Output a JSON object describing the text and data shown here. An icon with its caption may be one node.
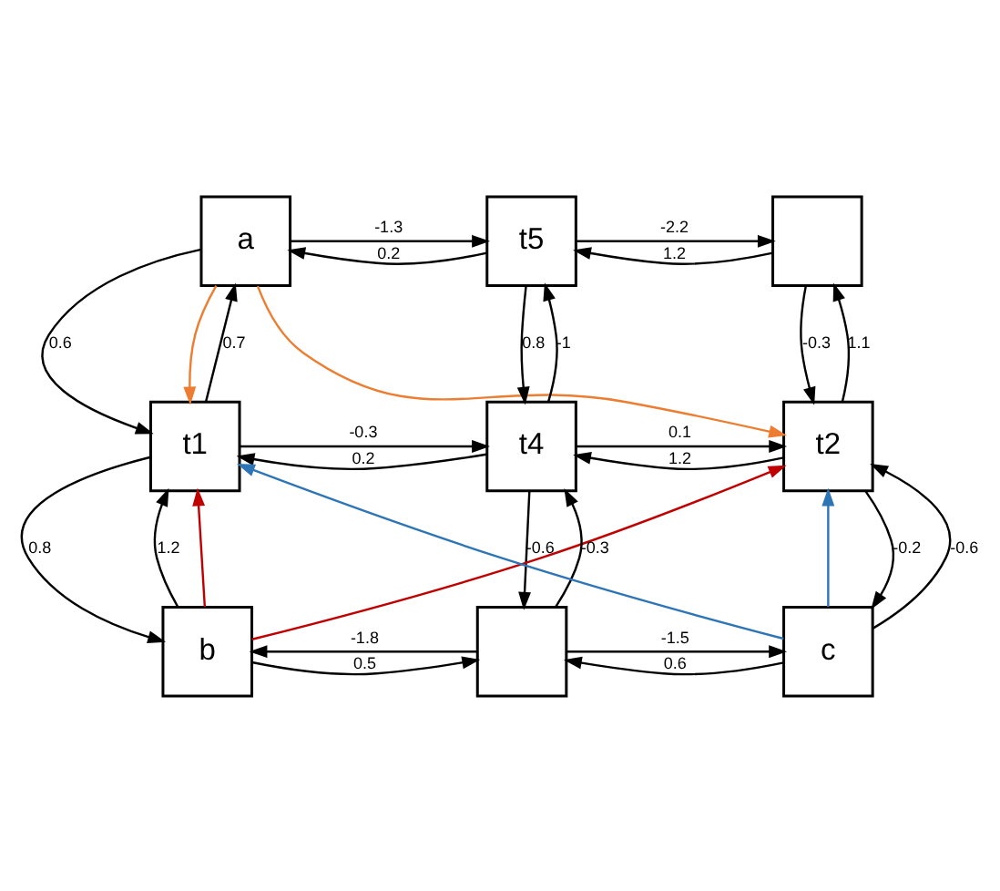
{
  "diagram": {
    "nodes": [
      {
        "text": [
          "a"
        ]
      },
      {
        "text": [
          "t5"
        ]
      },
      {
        "text": [],
        "shape": "box"
      },
      {
        "text": [
          "t1"
        ]
      },
      {
        "text": [
          "t4"
        ]
      },
      {
        "text": [
          "t2"
        ]
      },
      {
        "text": [
          "b"
        ]
      },
      {
        "text": [],
        "shape": "box"
      },
      {
        "text": [
          "c"
        ]
      }
    ],
    "edges": [
      {
        "from": 0,
        "to": 1,
        "arrow": "to",
        "label": "-1.3"
      },
      {
        "from": 1,
        "to": 0,
        "arrow": "to",
        "label": "0.2"
      },
      {
        "from": 1,
        "to": 2,
        "arrow": "to",
        "label": "-2.2"
      },
      {
        "from": 2,
        "to": 1,
        "arrow": "to",
        "label": "1.2"
      },
      {
        "from": 0,
        "to": 3,
        "arrow": "to",
        "label": "0.6"
      },
      {
        "from": 3,
        "to": 0,
        "arrow": "to",
        "label": "0.7"
      },
      {
        "from": 1,
        "to": 4,
        "arrow": "to",
        "label": "0.8"
      },
      {
        "from": 4,
        "to": 1,
        "arrow": "to",
        "label": "-1"
      },
      {
        "from": 2,
        "to": 5,
        "arrow": "to",
        "label": "-0.3"
      },
      {
        "from": 5,
        "to": 2,
        "arrow": "to",
        "label": "1.1"
      },
      {
        "from": 3,
        "to": 4,
        "arrow": "to",
        "label": "-0.3"
      },
      {
        "from": 4,
        "to": 3,
        "arrow": "to",
        "label": "0.2"
      },
      {
        "from": 4,
        "to": 5,
        "arrow": "to",
        "label": "0.1"
      },
      {
        "from": 5,
        "to": 4,
        "arrow": "to",
        "label": "1.2"
      },
      {
        "from": 3,
        "to": 6,
        "arrow": "to",
        "label": "0.8"
      },
      {
        "from": 6,
        "to": 3,
        "arrow": "to",
        "label": "1.2"
      },
      {
        "from": 4,
        "to": 7,
        "arrow": "to",
        "label": "-0.6"
      },
      {
        "from": 7,
        "to": 4,
        "arrow": "to",
        "label": "-0.3"
      },
      {
        "from": 5,
        "to": 8,
        "arrow": "to",
        "label": "-0.2"
      },
      {
        "from": 8,
        "to": 5,
        "arrow": "to",
        "label": "-0.6"
      },
      {
        "from": 6,
        "to": 7,
        "arrow": "to",
        "label": "0.5"
      },
      {
        "from": 7,
        "to": 6,
        "arrow": "to",
        "label": "-1.8"
      },
      {
        "from": 7,
        "to": 8,
        "arrow": "to",
        "label": "-1.5"
      },
      {
        "from": 8,
        "to": 7,
        "arrow": "to",
        "label": "0.6"
      },
      {
        "from": 0,
        "to": 3,
        "arrow": "to",
        "color": "#ed7d31"
      },
      {
        "from": 0,
        "to": 5,
        "arrow": "to",
        "color": "#ed7d31"
      },
      {
        "from": 6,
        "to": 3,
        "arrow": "to",
        "color": "#c00000"
      },
      {
        "from": 6,
        "to": 5,
        "arrow": "to",
        "color": "#c00000"
      },
      {
        "from": 8,
        "to": 3,
        "arrow": "to",
        "color": "#2e75b6"
      },
      {
        "from": 8,
        "to": 5,
        "arrow": "to",
        "color": "#2e75b6"
      }
    ]
  }
}
